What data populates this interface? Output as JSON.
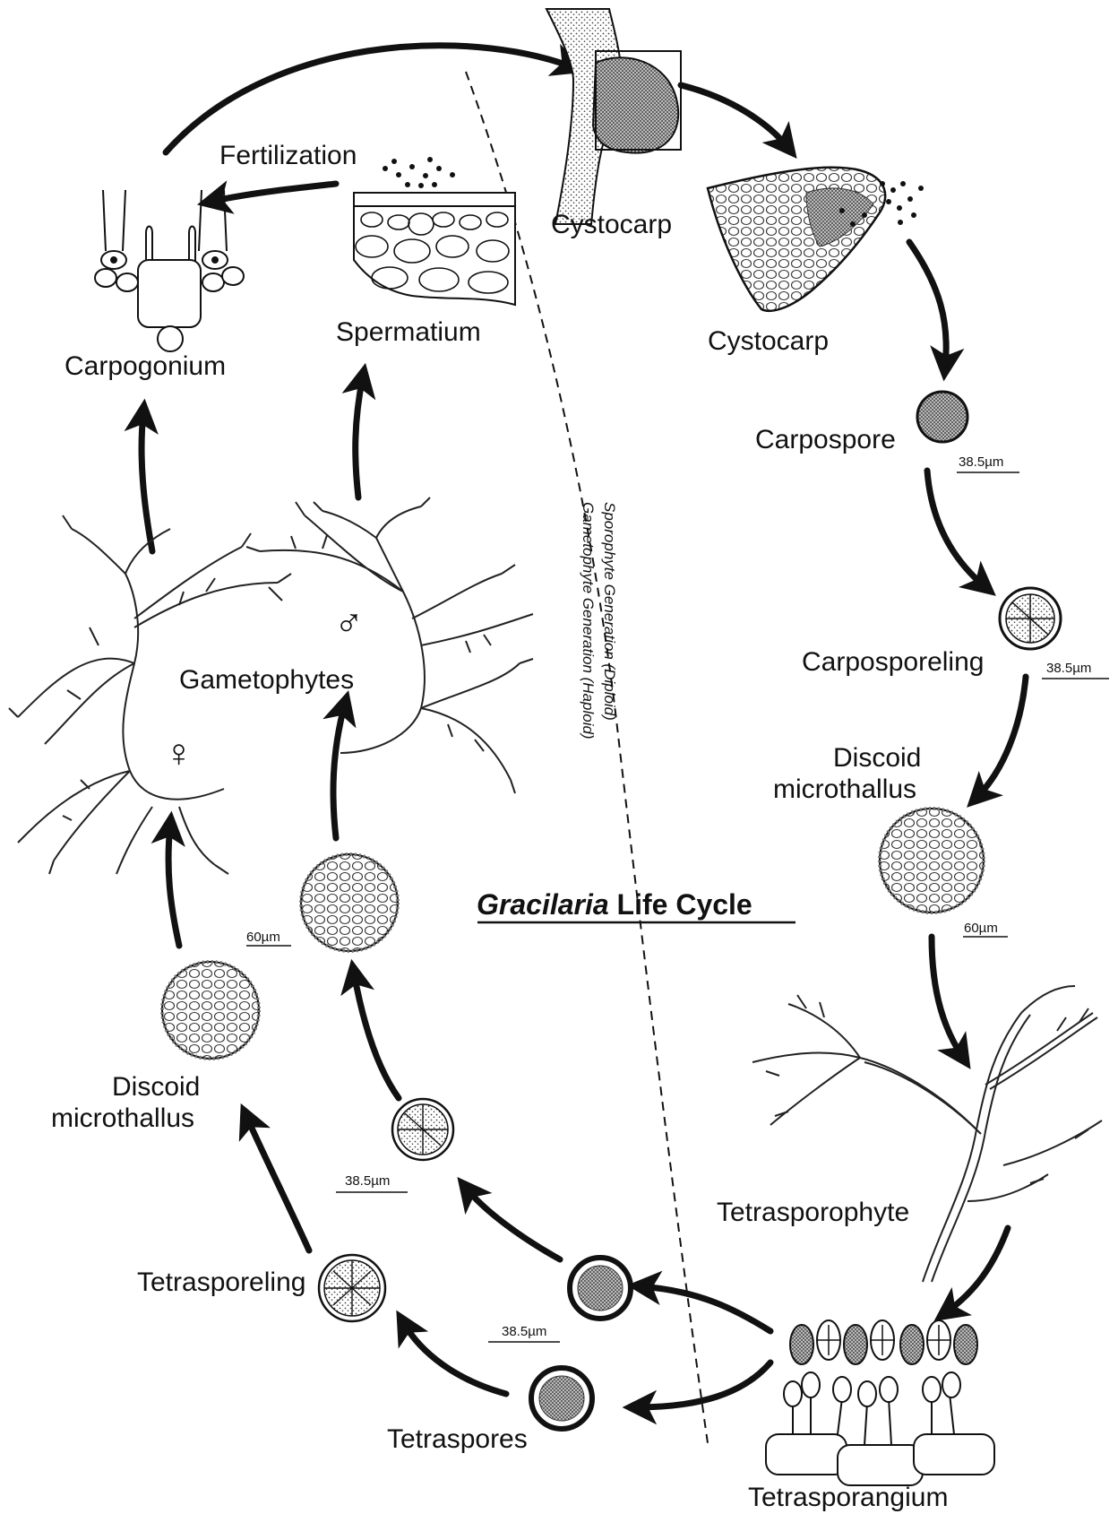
{
  "diagram": {
    "title_genus": "Gracilaria",
    "title_rest": " Life Cycle",
    "labels": {
      "cystocarp_top": "Cystocarp",
      "cystocarp_section": "Cystocarp",
      "carpospore": "Carpospore",
      "carposporeling": "Carposporeling",
      "discoid_right_1": "Discoid",
      "discoid_right_2": "microthallus",
      "tetrasporophyte": "Tetrasporophyte",
      "tetrasporangium": "Tetrasporangium",
      "tetraspores": "Tetraspores",
      "tetrasporeling": "Tetrasporeling",
      "discoid_left_1": "Discoid",
      "discoid_left_2": "microthallus",
      "gametophytes": "Gametophytes",
      "carpogonium": "Carpogonium",
      "spermatium": "Spermatium",
      "fertilization": "Fertilization"
    },
    "symbols": {
      "male": "♂",
      "female": "♀"
    },
    "scale_bars": {
      "carpospore": "38.5µm",
      "carposporeling": "38.5µm",
      "discoid_right": "60µm",
      "discoid_left": "60µm",
      "tetrasporeling": "38.5µm",
      "tetraspores": "38.5µm"
    },
    "generation_divider": {
      "sporophyte": "Sporophyte Generation (Diploid)",
      "gametophyte": "Gametophyte Generation (Haploid)"
    },
    "colors": {
      "ink": "#111111",
      "stipple": "#555555",
      "background": "#ffffff"
    }
  }
}
